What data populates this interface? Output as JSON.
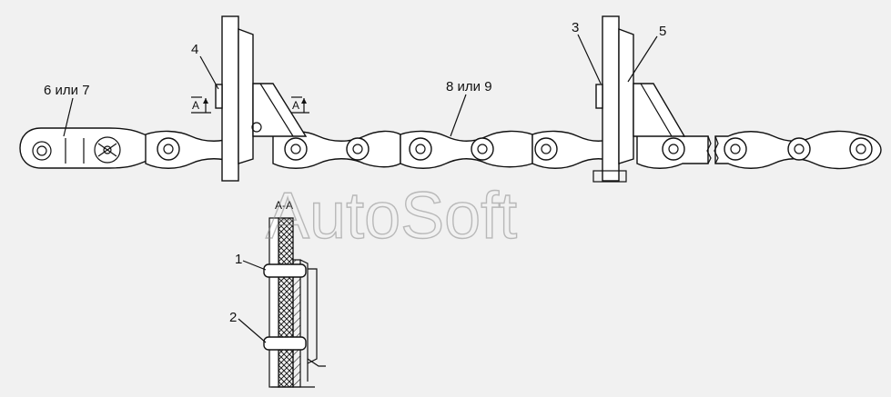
{
  "labels": {
    "part1": "1",
    "part2": "2",
    "part3": "3",
    "part4": "4",
    "part5": "5",
    "part6_7": "6 или 7",
    "part8_9": "8 или 9",
    "section_mark_left": "A",
    "section_mark_right": "A",
    "section_title": "A-A"
  },
  "watermark": "AutoSoft",
  "colors": {
    "background": "#f1f1f1",
    "line": "#111111",
    "hatch": "#111111",
    "watermark": "#8a8a8a"
  }
}
